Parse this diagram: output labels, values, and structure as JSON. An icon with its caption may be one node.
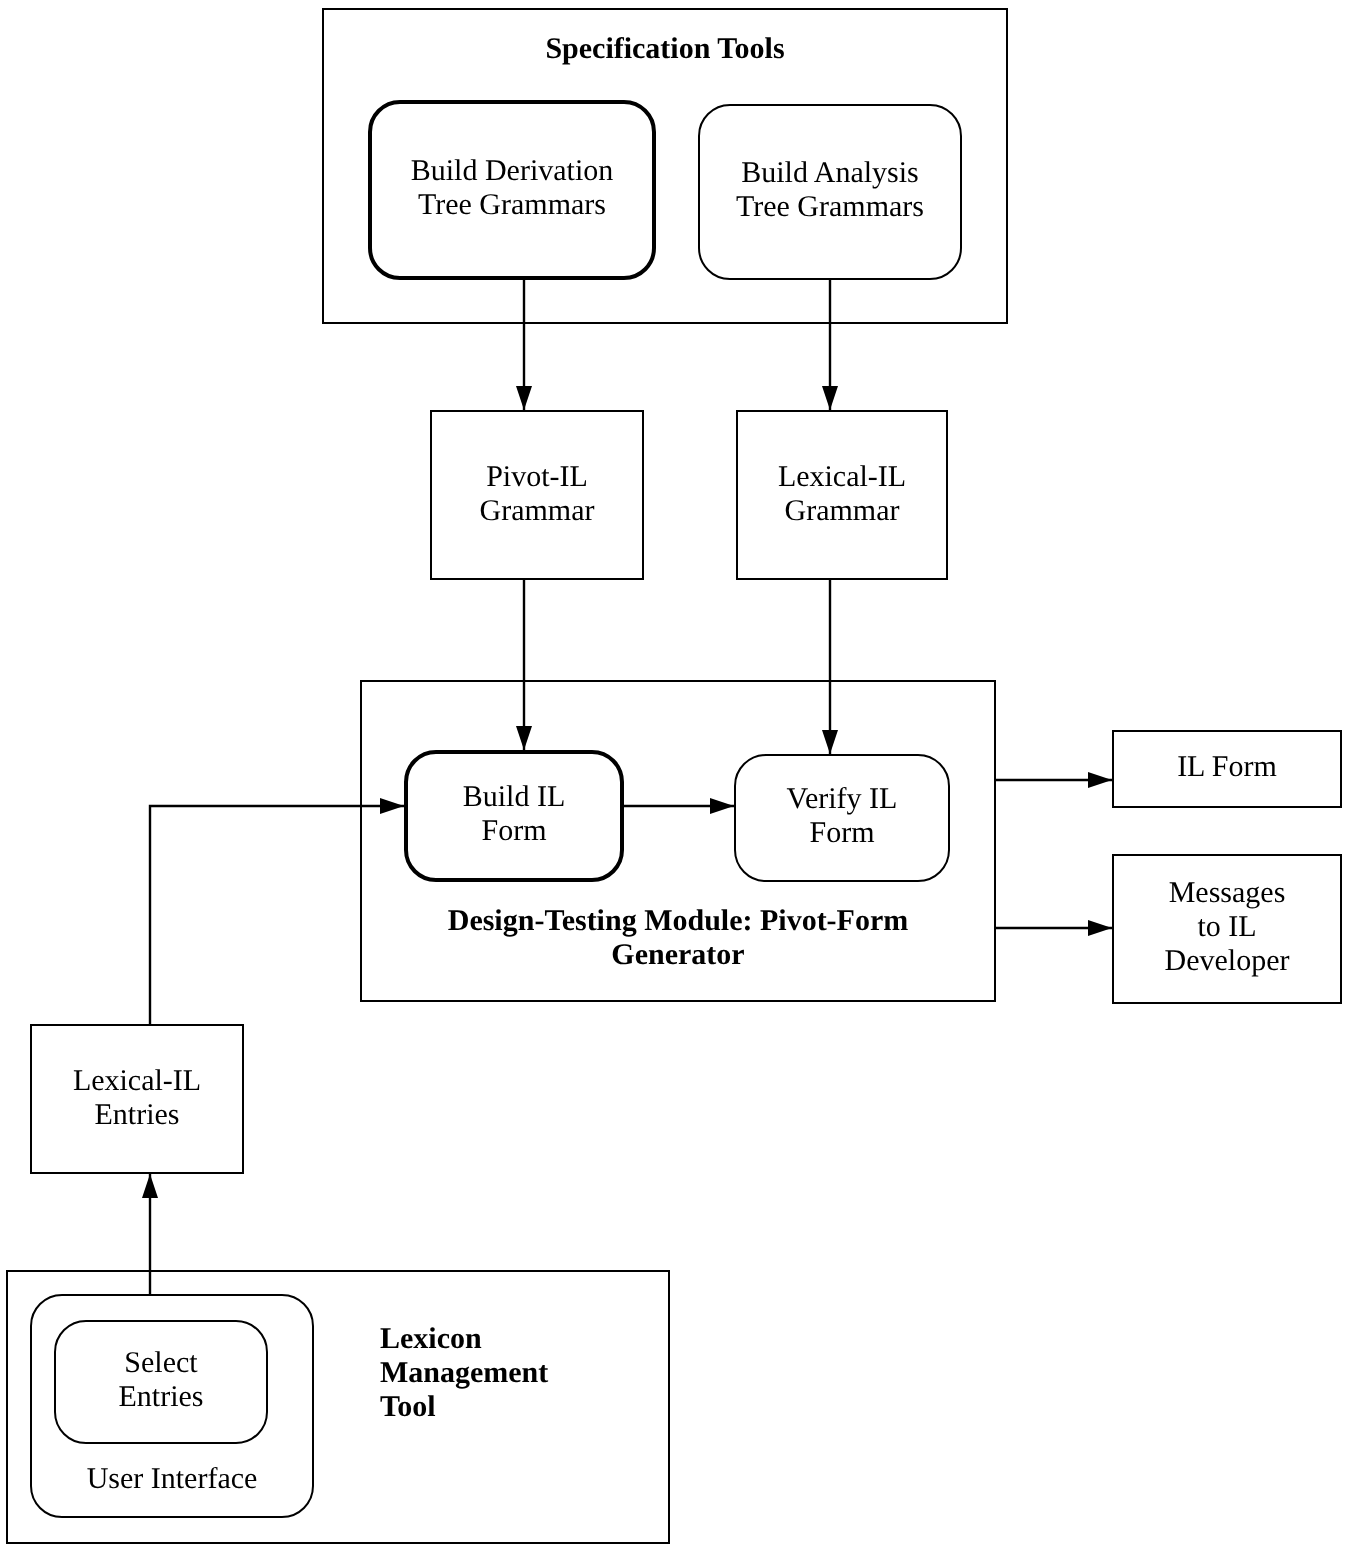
{
  "diagram": {
    "nodes": [
      {
        "text": [
          "Specification Tools"
        ]
      },
      {
        "text": [
          "Build Derivation Tree Grammars"
        ],
        "in": 0
      },
      {
        "text": [
          "Build Analysis Tree Grammars"
        ],
        "in": 0
      },
      {
        "text": [
          "Pivot-IL Grammar"
        ]
      },
      {
        "text": [
          "Lexical-IL Grammar"
        ]
      },
      {
        "text": [
          "Design-Testing Module: Pivot-Form Generator"
        ]
      },
      {
        "text": [
          "Build IL Form"
        ],
        "in": 5
      },
      {
        "text": [
          "Verify IL Form"
        ],
        "in": 5
      },
      {
        "text": [
          "IL Form"
        ]
      },
      {
        "text": [
          "Messages to IL Developer"
        ]
      },
      {
        "text": [
          "Lexical-IL Entries"
        ]
      },
      {
        "text": [
          "Lexicon Management Tool"
        ]
      },
      {
        "text": [
          "User Interface"
        ],
        "in": 11
      },
      {
        "text": [
          "Select Entries"
        ],
        "in": 12
      }
    ],
    "edges": [
      {
        "from": 1,
        "to": 3,
        "arrow": "to"
      },
      {
        "from": 2,
        "to": 4,
        "arrow": "to"
      },
      {
        "from": 3,
        "to": 6,
        "arrow": "to"
      },
      {
        "from": 4,
        "to": 7,
        "arrow": "to"
      },
      {
        "from": 6,
        "to": 7,
        "arrow": "to"
      },
      {
        "from": 5,
        "to": 8,
        "arrow": "to"
      },
      {
        "from": 5,
        "to": 9,
        "arrow": "to"
      },
      {
        "from": 10,
        "to": 6,
        "arrow": "to"
      },
      {
        "from": 12,
        "to": 10,
        "arrow": "to"
      }
    ]
  }
}
